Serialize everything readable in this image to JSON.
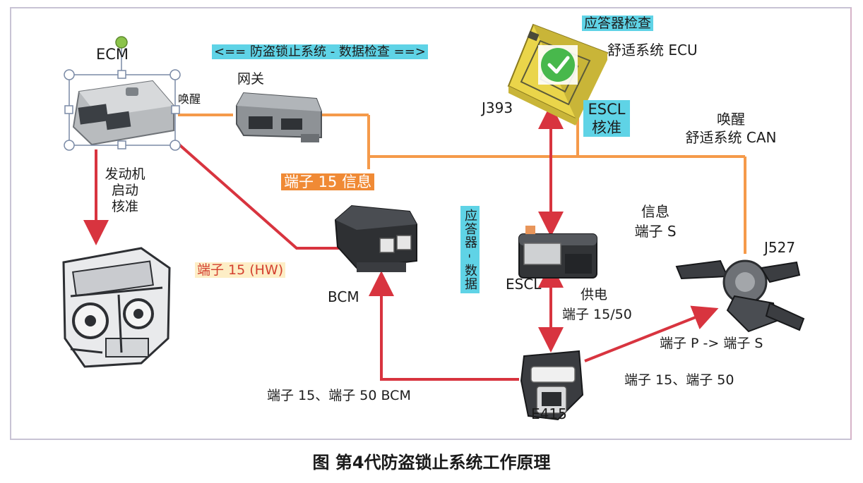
{
  "banner": "<== 防盗锁止系统 - 数据检查 ==>",
  "caption": "图 第4代防盗锁止系统工作原理",
  "components": {
    "ecm": "ECM",
    "gateway": "网关",
    "j393": "J393",
    "bcm": "BCM",
    "escl": "ESCL",
    "e415": "E415",
    "j527": "J527"
  },
  "labels": {
    "wake_short": "唤醒",
    "engine_start_1": "发动机",
    "engine_start_2": "启动",
    "engine_start_3": "核准",
    "transponder_check": "应答器检查",
    "comfort_ecu": "舒适系统 ECU",
    "escl_approve_1": "ESCL",
    "escl_approve_2": "核准",
    "wake_comfort_can_1": "唤醒",
    "wake_comfort_can_2": "舒适系统 CAN",
    "terminal15_info": "端子 15 信息",
    "terminal15_hw": "端子 15 (HW)",
    "transponder_data": "应答器 - 数据",
    "info_terminal_s_1": "信息",
    "info_terminal_s_2": "端子 S",
    "power_supply_1": "供电",
    "power_supply_2": "端子 15/50",
    "terminal_p_s": "端子 P -> 端子 S",
    "terminal_15_50": "端子 15、端子 50",
    "terminal_15_50_bcm": "端子 15、端子 50 BCM"
  },
  "colors": {
    "can_bus": "#f59a4a",
    "hardwire": "#d8343f",
    "highlight_cyan": "#5fd3e6",
    "highlight_orange": "#f08a35",
    "ecu_yellow": "#ead54a",
    "check_green": "#48b84c"
  },
  "icons": [
    "ecm-module-icon",
    "gateway-module-icon",
    "ecu-chip-icon",
    "check-icon",
    "bcm-module-icon",
    "escl-lock-icon",
    "ignition-switch-icon",
    "steering-column-switch-icon",
    "engine-icon"
  ]
}
